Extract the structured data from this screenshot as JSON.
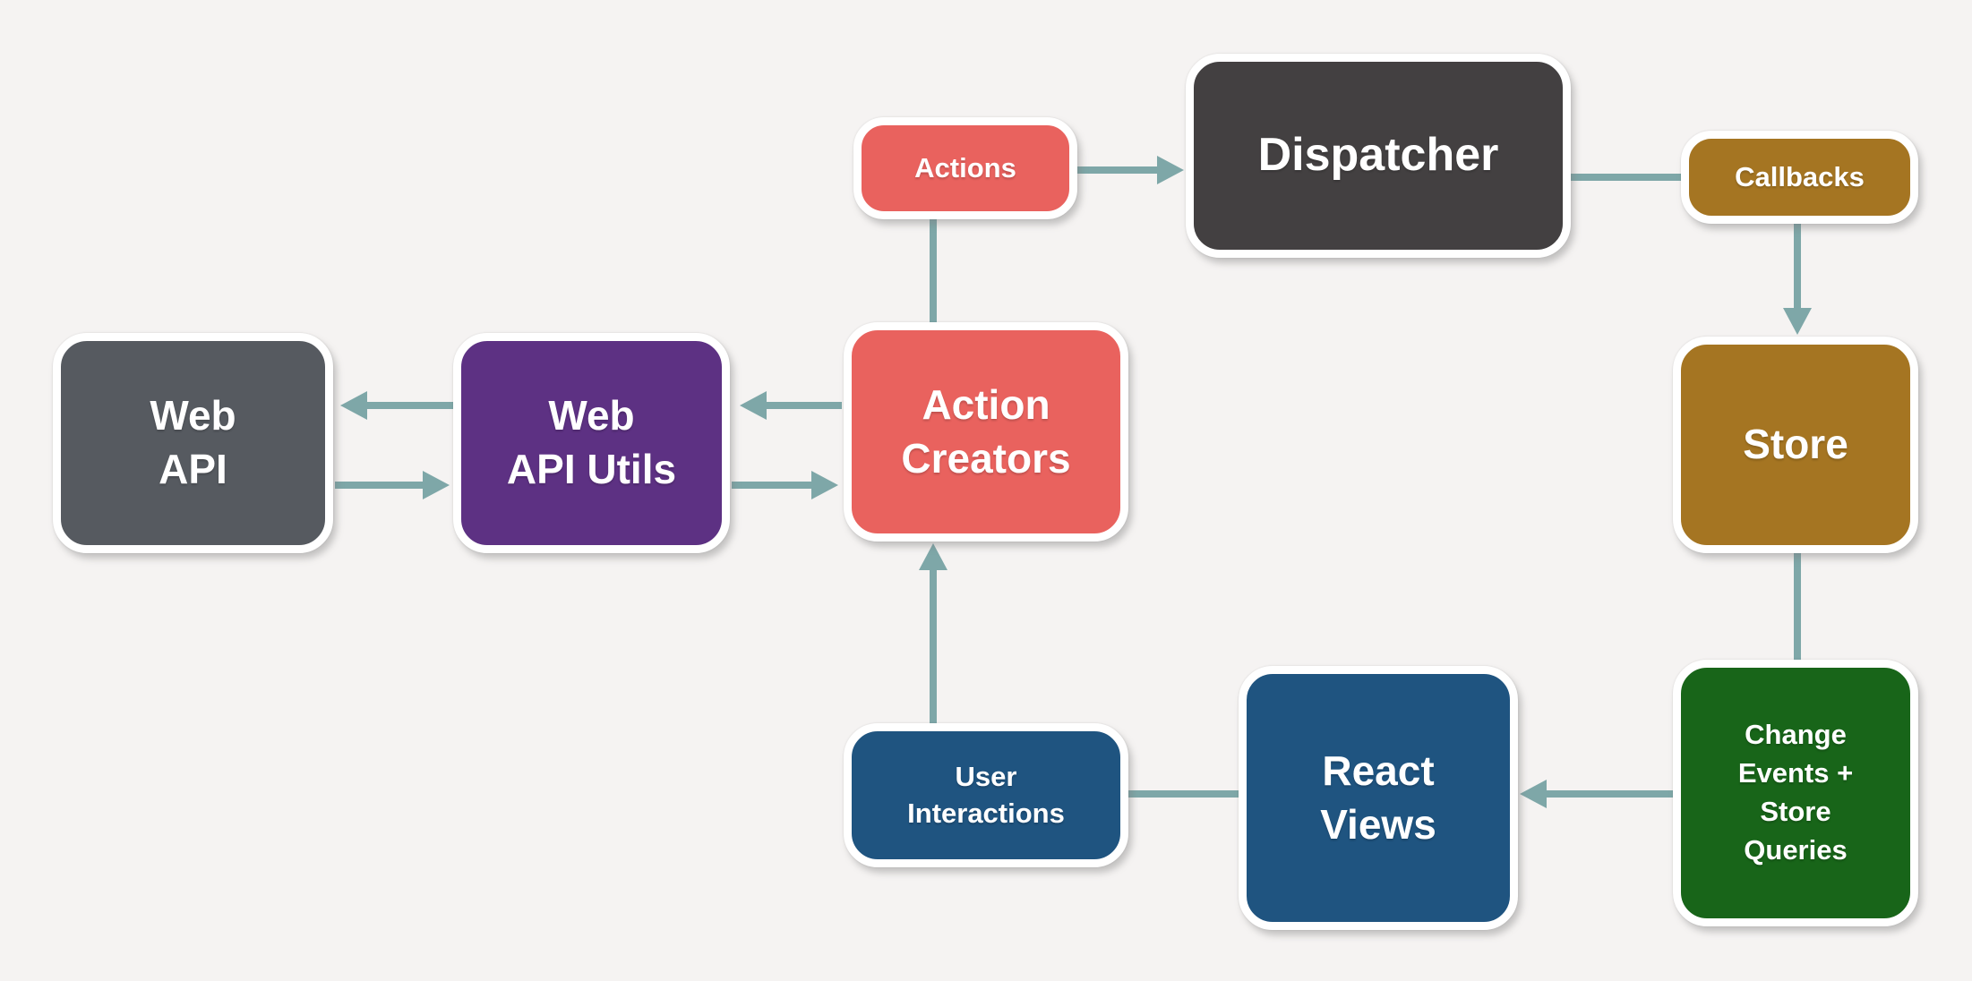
{
  "colors": {
    "background": "#f5f3f2",
    "connector": "#7ea7a8",
    "node_border": "#ffffff",
    "node_text": "#ffffff"
  },
  "nodes": {
    "web_api": {
      "label": "Web\nAPI",
      "color": "#565a60"
    },
    "web_api_utils": {
      "label": "Web\nAPI Utils",
      "color": "#5d3183"
    },
    "action_creators": {
      "label": "Action\nCreators",
      "color": "#e9625e"
    },
    "actions": {
      "label": "Actions",
      "color": "#e9625e"
    },
    "dispatcher": {
      "label": "Dispatcher",
      "color": "#434041"
    },
    "callbacks": {
      "label": "Callbacks",
      "color": "#a57522"
    },
    "store": {
      "label": "Store",
      "color": "#a57522"
    },
    "change_events": {
      "label": "Change\nEvents +\nStore\nQueries",
      "color": "#186519"
    },
    "react_views": {
      "label": "React\nViews",
      "color": "#1f5480"
    },
    "user_interactions": {
      "label": "User\nInteractions",
      "color": "#1f5480"
    }
  },
  "edges": [
    {
      "from": "actions",
      "to": "dispatcher",
      "arrowhead": true
    },
    {
      "from": "dispatcher",
      "to": "callbacks",
      "arrowhead": false
    },
    {
      "from": "callbacks",
      "to": "store",
      "arrowhead": true
    },
    {
      "from": "store",
      "to": "change_events",
      "arrowhead": false
    },
    {
      "from": "change_events",
      "to": "react_views",
      "arrowhead": true
    },
    {
      "from": "react_views",
      "to": "user_interactions",
      "arrowhead": false
    },
    {
      "from": "user_interactions",
      "to": "action_creators",
      "arrowhead": true
    },
    {
      "from": "action_creators",
      "to": "actions",
      "arrowhead": false
    },
    {
      "from": "action_creators",
      "to": "web_api_utils",
      "arrowhead": true
    },
    {
      "from": "web_api_utils",
      "to": "action_creators",
      "arrowhead": true
    },
    {
      "from": "web_api_utils",
      "to": "web_api",
      "arrowhead": true
    },
    {
      "from": "web_api",
      "to": "web_api_utils",
      "arrowhead": true
    }
  ]
}
